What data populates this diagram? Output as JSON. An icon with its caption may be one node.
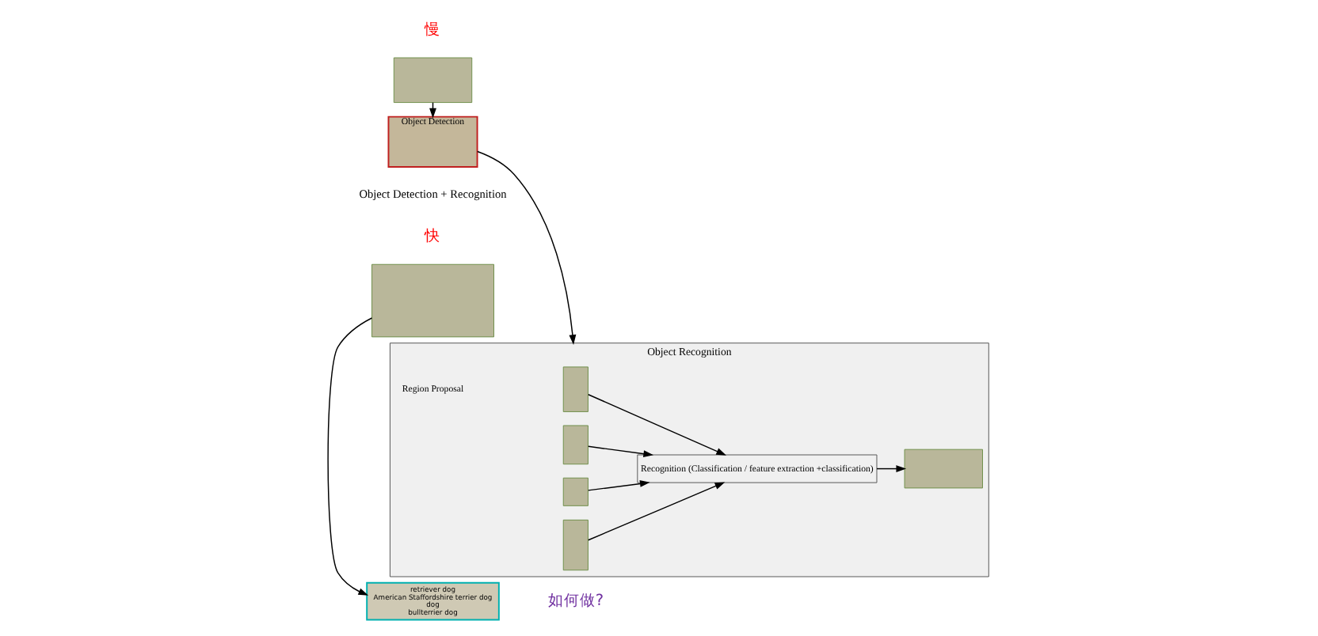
{
  "diagram": {
    "nodes": [
      {
        "text": [],
        "shape": "box"
      },
      {
        "text": [
          "Object Detection"
        ]
      },
      {
        "text": [
          "Object Recognition"
        ]
      },
      {
        "text": [],
        "shape": "box",
        "in": 2
      },
      {
        "text": [],
        "shape": "box",
        "in": 2
      },
      {
        "text": [],
        "shape": "box",
        "in": 2
      },
      {
        "text": [],
        "shape": "box",
        "in": 2
      },
      {
        "text": [
          "Recognition (Classification / feature extraction +classification)"
        ],
        "in": 2
      },
      {
        "text": [],
        "shape": "box",
        "in": 2
      },
      {
        "text": [],
        "shape": "box"
      },
      {
        "text": [
          "retriever dog",
          "American Staffordshire terrier dog",
          "dog",
          "bullterrier dog"
        ]
      }
    ],
    "edges": [
      {
        "from": 0,
        "to": 1,
        "arrow": "to"
      },
      {
        "from": 1,
        "to": 2,
        "arrow": "to"
      },
      {
        "from": 3,
        "to": 7,
        "arrow": "to"
      },
      {
        "from": 4,
        "to": 7,
        "arrow": "to"
      },
      {
        "from": 5,
        "to": 7,
        "arrow": "to"
      },
      {
        "from": 6,
        "to": 7,
        "arrow": "to"
      },
      {
        "from": 7,
        "to": 8,
        "arrow": "to"
      },
      {
        "from": 9,
        "to": 10,
        "arrow": "to"
      }
    ],
    "labels": [
      "慢",
      "Region Proposal",
      "快",
      "Object Detection + Recognition",
      "如何做?"
    ]
  }
}
